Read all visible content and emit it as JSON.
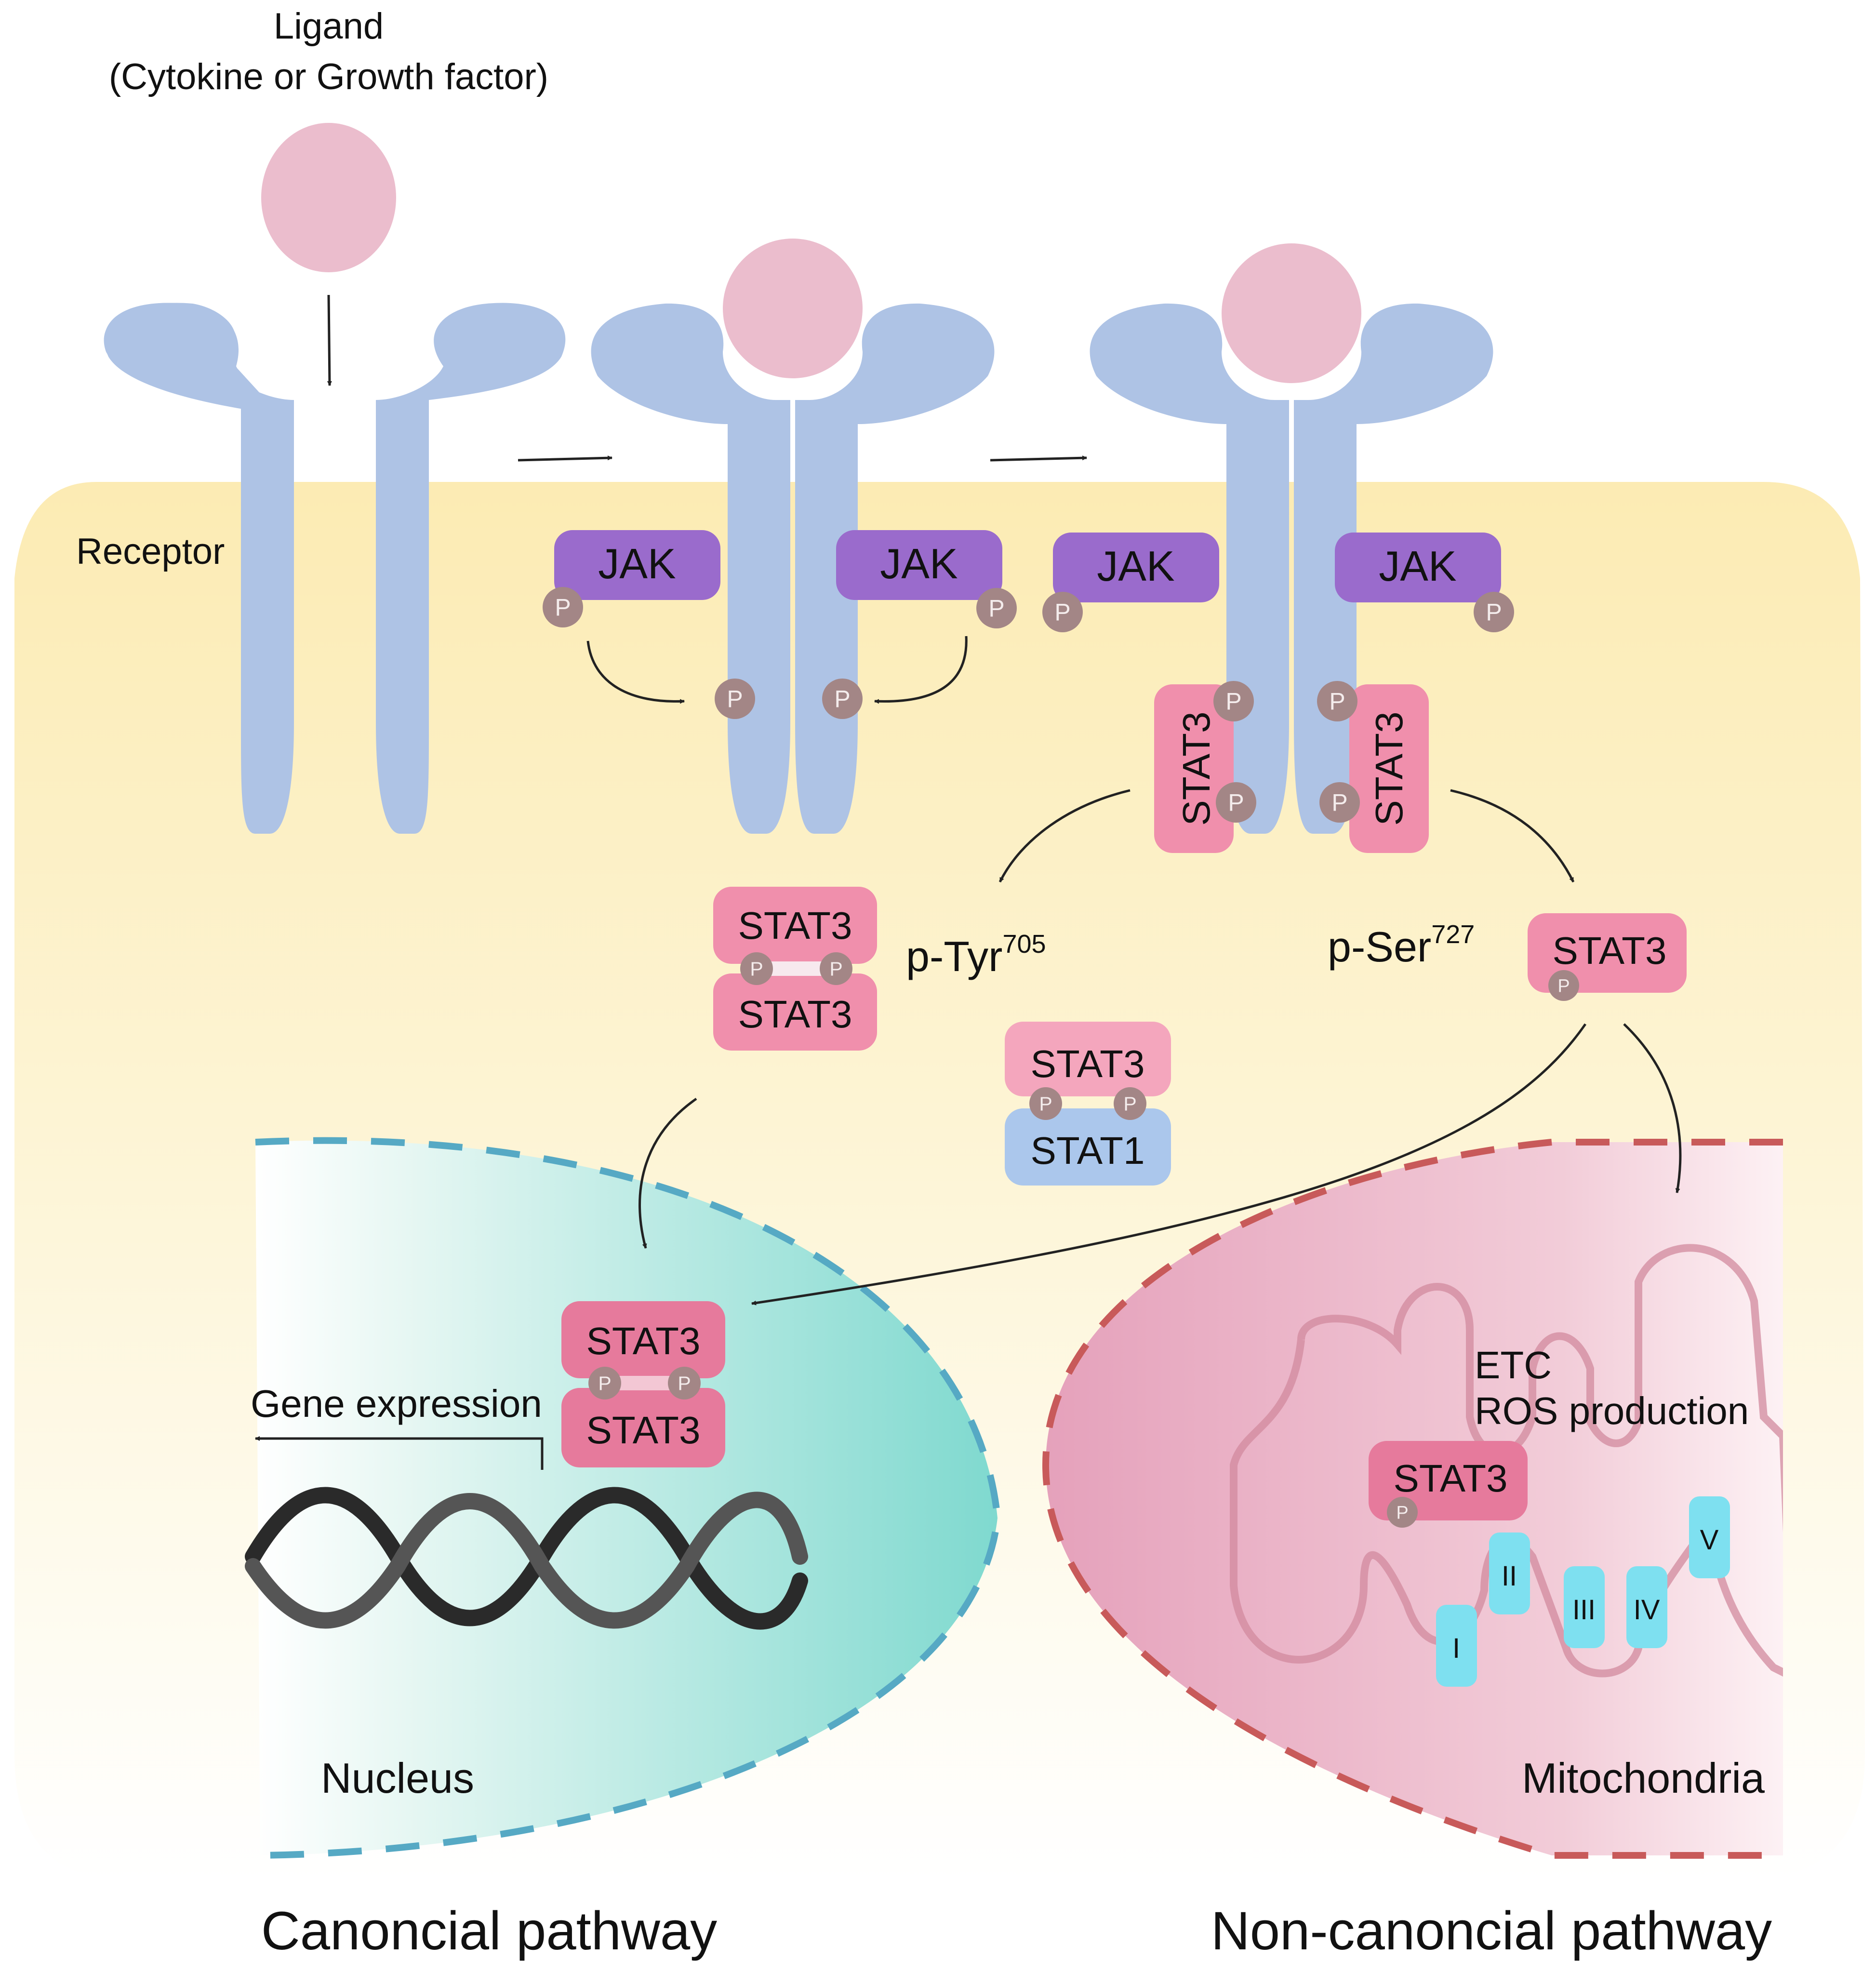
{
  "ligand": {
    "line1": "Ligand",
    "line2": "(Cytokine or Growth factor)"
  },
  "receptor_label": "Receptor",
  "jak_label": "JAK",
  "phospho_label": "P",
  "stat3_label": "STAT3",
  "stat1_label": "STAT1",
  "tyr_label": {
    "base": "p-Tyr",
    "sup": "705"
  },
  "ser_label": {
    "base": "p-Ser",
    "sup": "727"
  },
  "gene_expression": "Gene expression",
  "nucleus_label": "Nucleus",
  "mito": {
    "etc": "ETC",
    "ros": "ROS production",
    "label": "Mitochondria",
    "complexes": [
      "I",
      "II",
      "III",
      "IV",
      "V"
    ]
  },
  "pathways": {
    "canonical": "Canoncial pathway",
    "noncanonical": "Non-canoncial pathway"
  },
  "colors": {
    "receptor": "#aec3e5",
    "ligand": "#ebbdcd",
    "jak": "#9a6bcc",
    "stat3": "#f08fac",
    "stat3_dark": "#e67a9c",
    "stat1": "#abc7ec",
    "phospho": "#a38686",
    "complex": "#7ee0f0",
    "nucleus": "#7ed6cc",
    "mito": "#e5a3bd",
    "cytoplasm": "#fdf0c0"
  }
}
